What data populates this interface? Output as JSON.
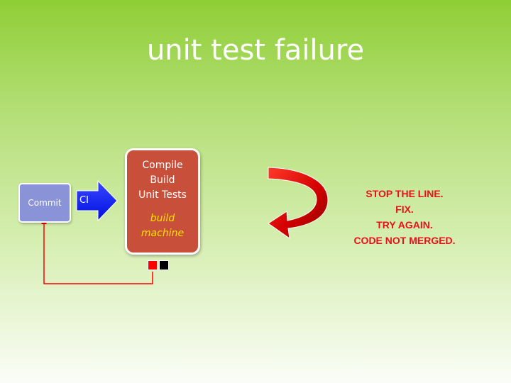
{
  "slide": {
    "title": "unit test failure"
  },
  "commit": {
    "label": "Commit"
  },
  "ci": {
    "label": "CI"
  },
  "build_machine": {
    "steps": [
      "Compile",
      "Build",
      "Unit Tests"
    ],
    "label_line1": "build",
    "label_line2": "machine"
  },
  "status_lights": [
    "red",
    "black"
  ],
  "message": {
    "lines": [
      "STOP THE LINE.",
      "FIX.",
      "TRY AGAIN.",
      "CODE NOT MERGED."
    ]
  },
  "colors": {
    "commit_box": "#8a93d8",
    "build_box": "#c8503b",
    "ci_arrow": "#0a1aff",
    "return_line": "#ff0000",
    "message_text": "#e8101a",
    "machine_label": "#ffe000"
  },
  "icons": {
    "ci_arrow": "right-arrow-icon",
    "loop_arrow": "curved-return-arrow-icon"
  }
}
